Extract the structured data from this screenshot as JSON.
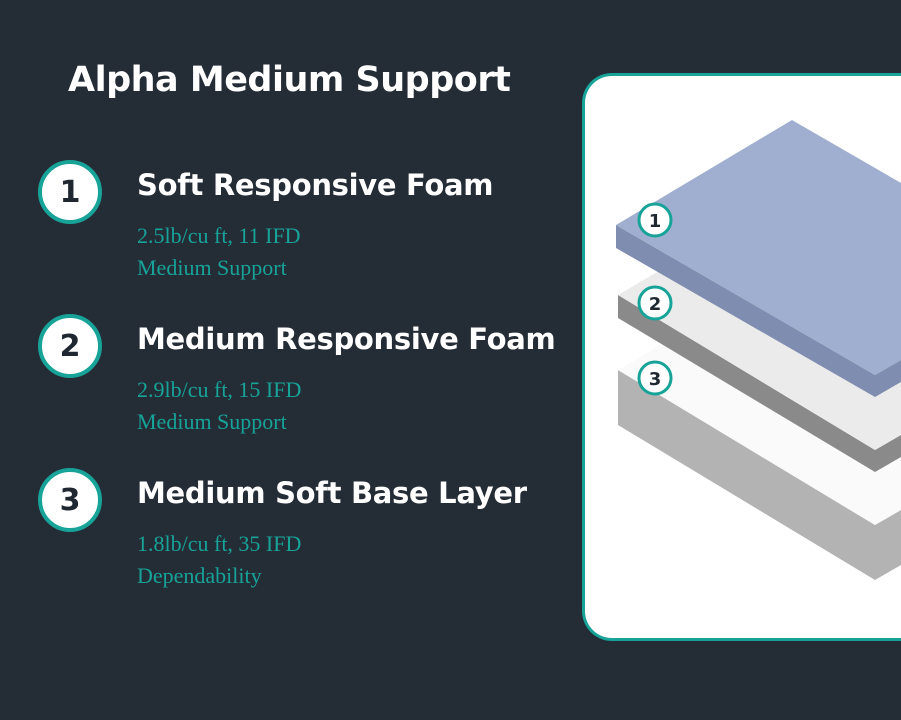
{
  "title": "Alpha Medium Support",
  "layers": [
    {
      "number": "1",
      "name": "Soft Responsive Foam",
      "density": "2.5lb/cu ft, 11 IFD",
      "support": "Medium Support"
    },
    {
      "number": "2",
      "name": "Medium Responsive Foam",
      "density": "2.9lb/cu ft, 15 IFD",
      "support": "Medium Support"
    },
    {
      "number": "3",
      "name": "Medium Soft Base Layer",
      "density": "1.8lb/cu ft, 35 IFD",
      "support": "Dependability"
    }
  ],
  "colors": {
    "background": "#242c36",
    "accent": "#17a398",
    "layer1": "#a0afcf",
    "layer2": "#ebebeb",
    "layer3": "#fafafa"
  }
}
